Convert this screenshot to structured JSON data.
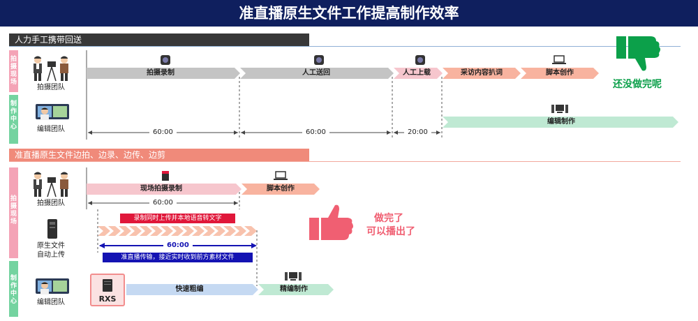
{
  "title": "准直播原生文件工作提高制作效率",
  "colors": {
    "title_bg": "#0f1f5e",
    "section1_bg": "#383838",
    "section2_bg": "#f08a7a",
    "gray_bar": "#c4c4c4",
    "pink_bar": "#f6c6cd",
    "salmon_bar": "#f8b39f",
    "green_bar": "#bfe9d3",
    "blue_bar": "#c5d9f2",
    "red_ribbon": "#e0173a",
    "blue_ribbon": "#1413b3",
    "bad_green": "#0ca04a",
    "good_pink": "#f05f72"
  },
  "section1": {
    "label": "人力手工携带回送",
    "side_top": "拍摄现场",
    "side_bottom": "制作中心",
    "role_top": "拍摄团队",
    "role_bottom": "编辑团队",
    "bars": [
      "拍摄录制",
      "人工送回",
      "人工上载",
      "采访内容扒词",
      "脚本创作"
    ],
    "edit_bar": "编辑制作",
    "times": [
      "60:00",
      "60:00",
      "20:00"
    ],
    "status": "还没做完呢"
  },
  "section2": {
    "label": "准直播原生文件边拍、边录、边传、边剪",
    "side_top": "拍摄现场",
    "side_bottom": "制作中心",
    "role_top": "拍摄团队",
    "role_mid_line1": "原生文件",
    "role_mid_line2": "自动上传",
    "role_bottom": "编辑团队",
    "bars": [
      "现场拍摄录制",
      "脚本创作"
    ],
    "time_top": "60:00",
    "ribbon_red": "录制同时上传并本地语音转文字",
    "time_blue": "60:00",
    "ribbon_blue": "准直播传输，接近实时收到前方素材文件",
    "rxs_label": "RXS",
    "fast_edit": "快速粗编",
    "fine_edit": "精编制作",
    "status_line1": "做完了",
    "status_line2": "可以播出了"
  }
}
